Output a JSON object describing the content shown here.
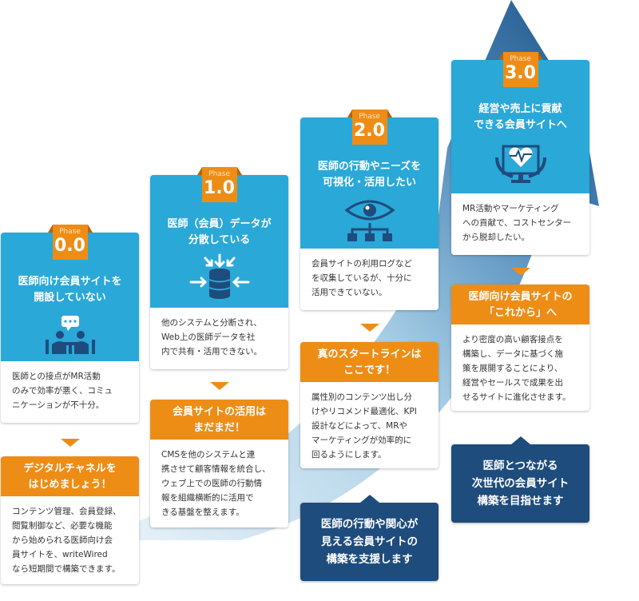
{
  "phases": [
    {
      "phase_label": "Phase",
      "number": "0.0",
      "title_lines": [
        "医師向け会員サイトを",
        "開設していない"
      ],
      "icon": "meeting-icon",
      "desc_lines": [
        "医師との接点がMR活動",
        "のみで効率が悪く、コミュ",
        "ニケーションが不十分。"
      ],
      "cta_title_lines": [
        "デジタルチャネルを",
        "はじめましょう！"
      ],
      "cta_desc_lines": [
        "コンテンツ管理、会員登録、",
        "閲覧制御など、必要な機能",
        "から始められる医師向け会",
        "員サイトを、writeWired",
        "なら短期間で構築できます。"
      ]
    },
    {
      "phase_label": "Phase",
      "number": "1.0",
      "title_lines": [
        "医師（会員）データが",
        "分散している"
      ],
      "icon": "database-icon",
      "desc_lines": [
        "他のシステムと分断され、",
        "Web上の医師データを社",
        "内で共有・活用できない。"
      ],
      "cta_title_lines": [
        "会員サイトの活用は",
        "まだまだ！"
      ],
      "cta_desc_lines": [
        "CMSを他のシステムと連",
        "携させて顧客情報を統合し、",
        "ウェブ上での医師の行動情",
        "報を組織横断的に活用で",
        "きる基盤を整えます。"
      ]
    },
    {
      "phase_label": "Phase",
      "number": "2.0",
      "title_lines": [
        "医師の行動やニーズを",
        "可視化・活用したい"
      ],
      "icon": "eye-network-icon",
      "desc_lines": [
        "会員サイトの利用ログなど",
        "を収集しているが、十分に",
        "活用できていない。"
      ],
      "cta_title_lines": [
        "真のスタートラインは",
        "ここです！"
      ],
      "cta_desc_lines": [
        "属性別のコンテンツ出し分",
        "けやリコメンド最適化、KPI",
        "設計などによって、MRや",
        "マーケティングが効率的に",
        "回るようにします。"
      ],
      "final_lines": [
        "医師の行動や関心が",
        "見える会員サイトの",
        "構築を支援します"
      ]
    },
    {
      "phase_label": "Phase",
      "number": "3.0",
      "title_lines": [
        "経営や売上に貢献",
        "できる会員サイトへ"
      ],
      "icon": "heart-monitor-icon",
      "desc_lines": [
        "MR活動やマーケティング",
        "への貢献で、コストセンター",
        "から脱却したい。"
      ],
      "cta_title_lines": [
        "医師向け会員サイトの",
        "「これから」へ"
      ],
      "cta_desc_lines": [
        "より密度の高い顧客接点を",
        "構築し、データに基づく施",
        "策を展開することにより、",
        "経営やセールスで成果を出",
        "せるサイトに進化させます。"
      ],
      "final_lines": [
        "医師とつながる",
        "次世代の会員サイト",
        "構築を目指せます"
      ]
    }
  ],
  "colors": {
    "phase_blue": "#2aa8d8",
    "accent_orange": "#ee8d16",
    "navy": "#1e4c7c"
  }
}
